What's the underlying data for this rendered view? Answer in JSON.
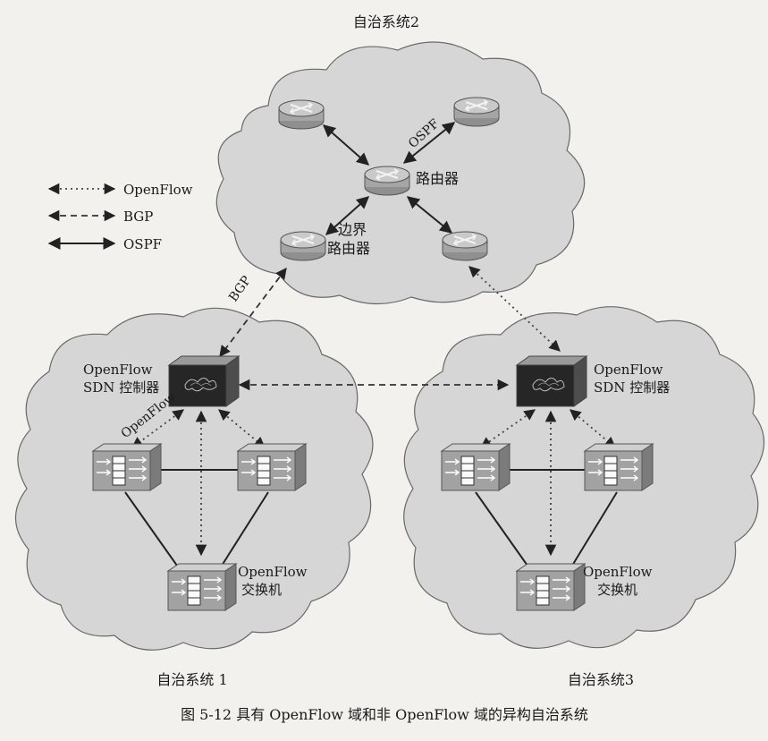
{
  "diagram": {
    "as_labels": {
      "as2": "自治系统2",
      "as1": "自治系统 1",
      "as3": "自治系统3"
    },
    "legend": {
      "openflow": "OpenFlow",
      "bgp": "BGP",
      "ospf": "OSPF"
    },
    "link_labels": {
      "ospf": "OSPF",
      "bgp": "BGP",
      "openflow": "OpenFlow"
    },
    "node_labels": {
      "router": "路由器",
      "border_router_line1": "边界",
      "border_router_line2": "路由器",
      "controller_left_line1": "OpenFlow",
      "controller_left_line2": "SDN 控制器",
      "controller_right_line1": "OpenFlow",
      "controller_right_line2": "SDN 控制器",
      "switch_left_line1": "OpenFlow",
      "switch_left_line2": "交换机",
      "switch_right_line1": "OpenFlow",
      "switch_right_line2": "交换机"
    },
    "caption": "图 5-12   具有 OpenFlow 域和非 OpenFlow 域的异构自治系统"
  }
}
